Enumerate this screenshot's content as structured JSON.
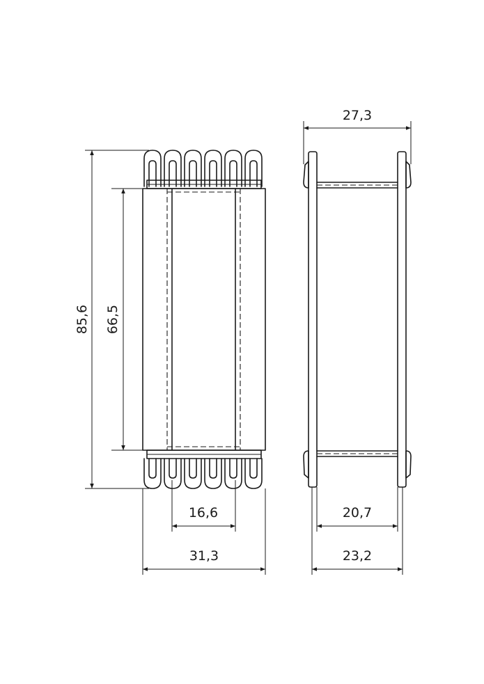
{
  "front_view": {
    "dims": {
      "overall_height": "85,6",
      "window_height": "66,5",
      "window_width": "16,6",
      "overall_width": "31,3"
    }
  },
  "side_view": {
    "dims": {
      "flange_width": "27,3",
      "inner_width": "20,7",
      "base_width": "23,2"
    }
  }
}
